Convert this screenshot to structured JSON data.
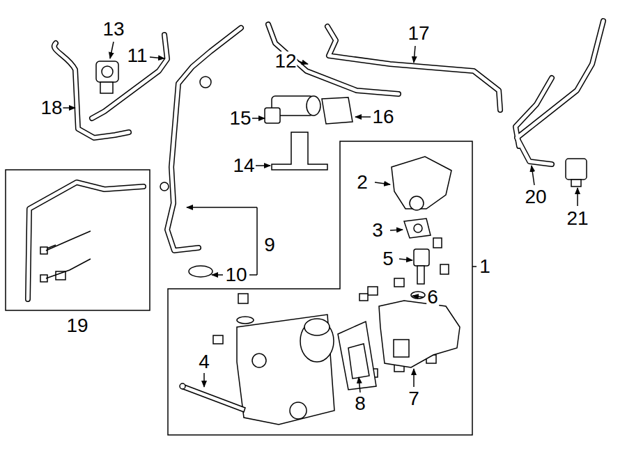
{
  "diagram": {
    "labels": [
      "13",
      "17",
      "11",
      "12",
      "18",
      "15",
      "16",
      "14",
      "2",
      "20",
      "3",
      "9",
      "5",
      "1",
      "6",
      "10",
      "19",
      "4",
      "8",
      "7",
      "21"
    ]
  }
}
